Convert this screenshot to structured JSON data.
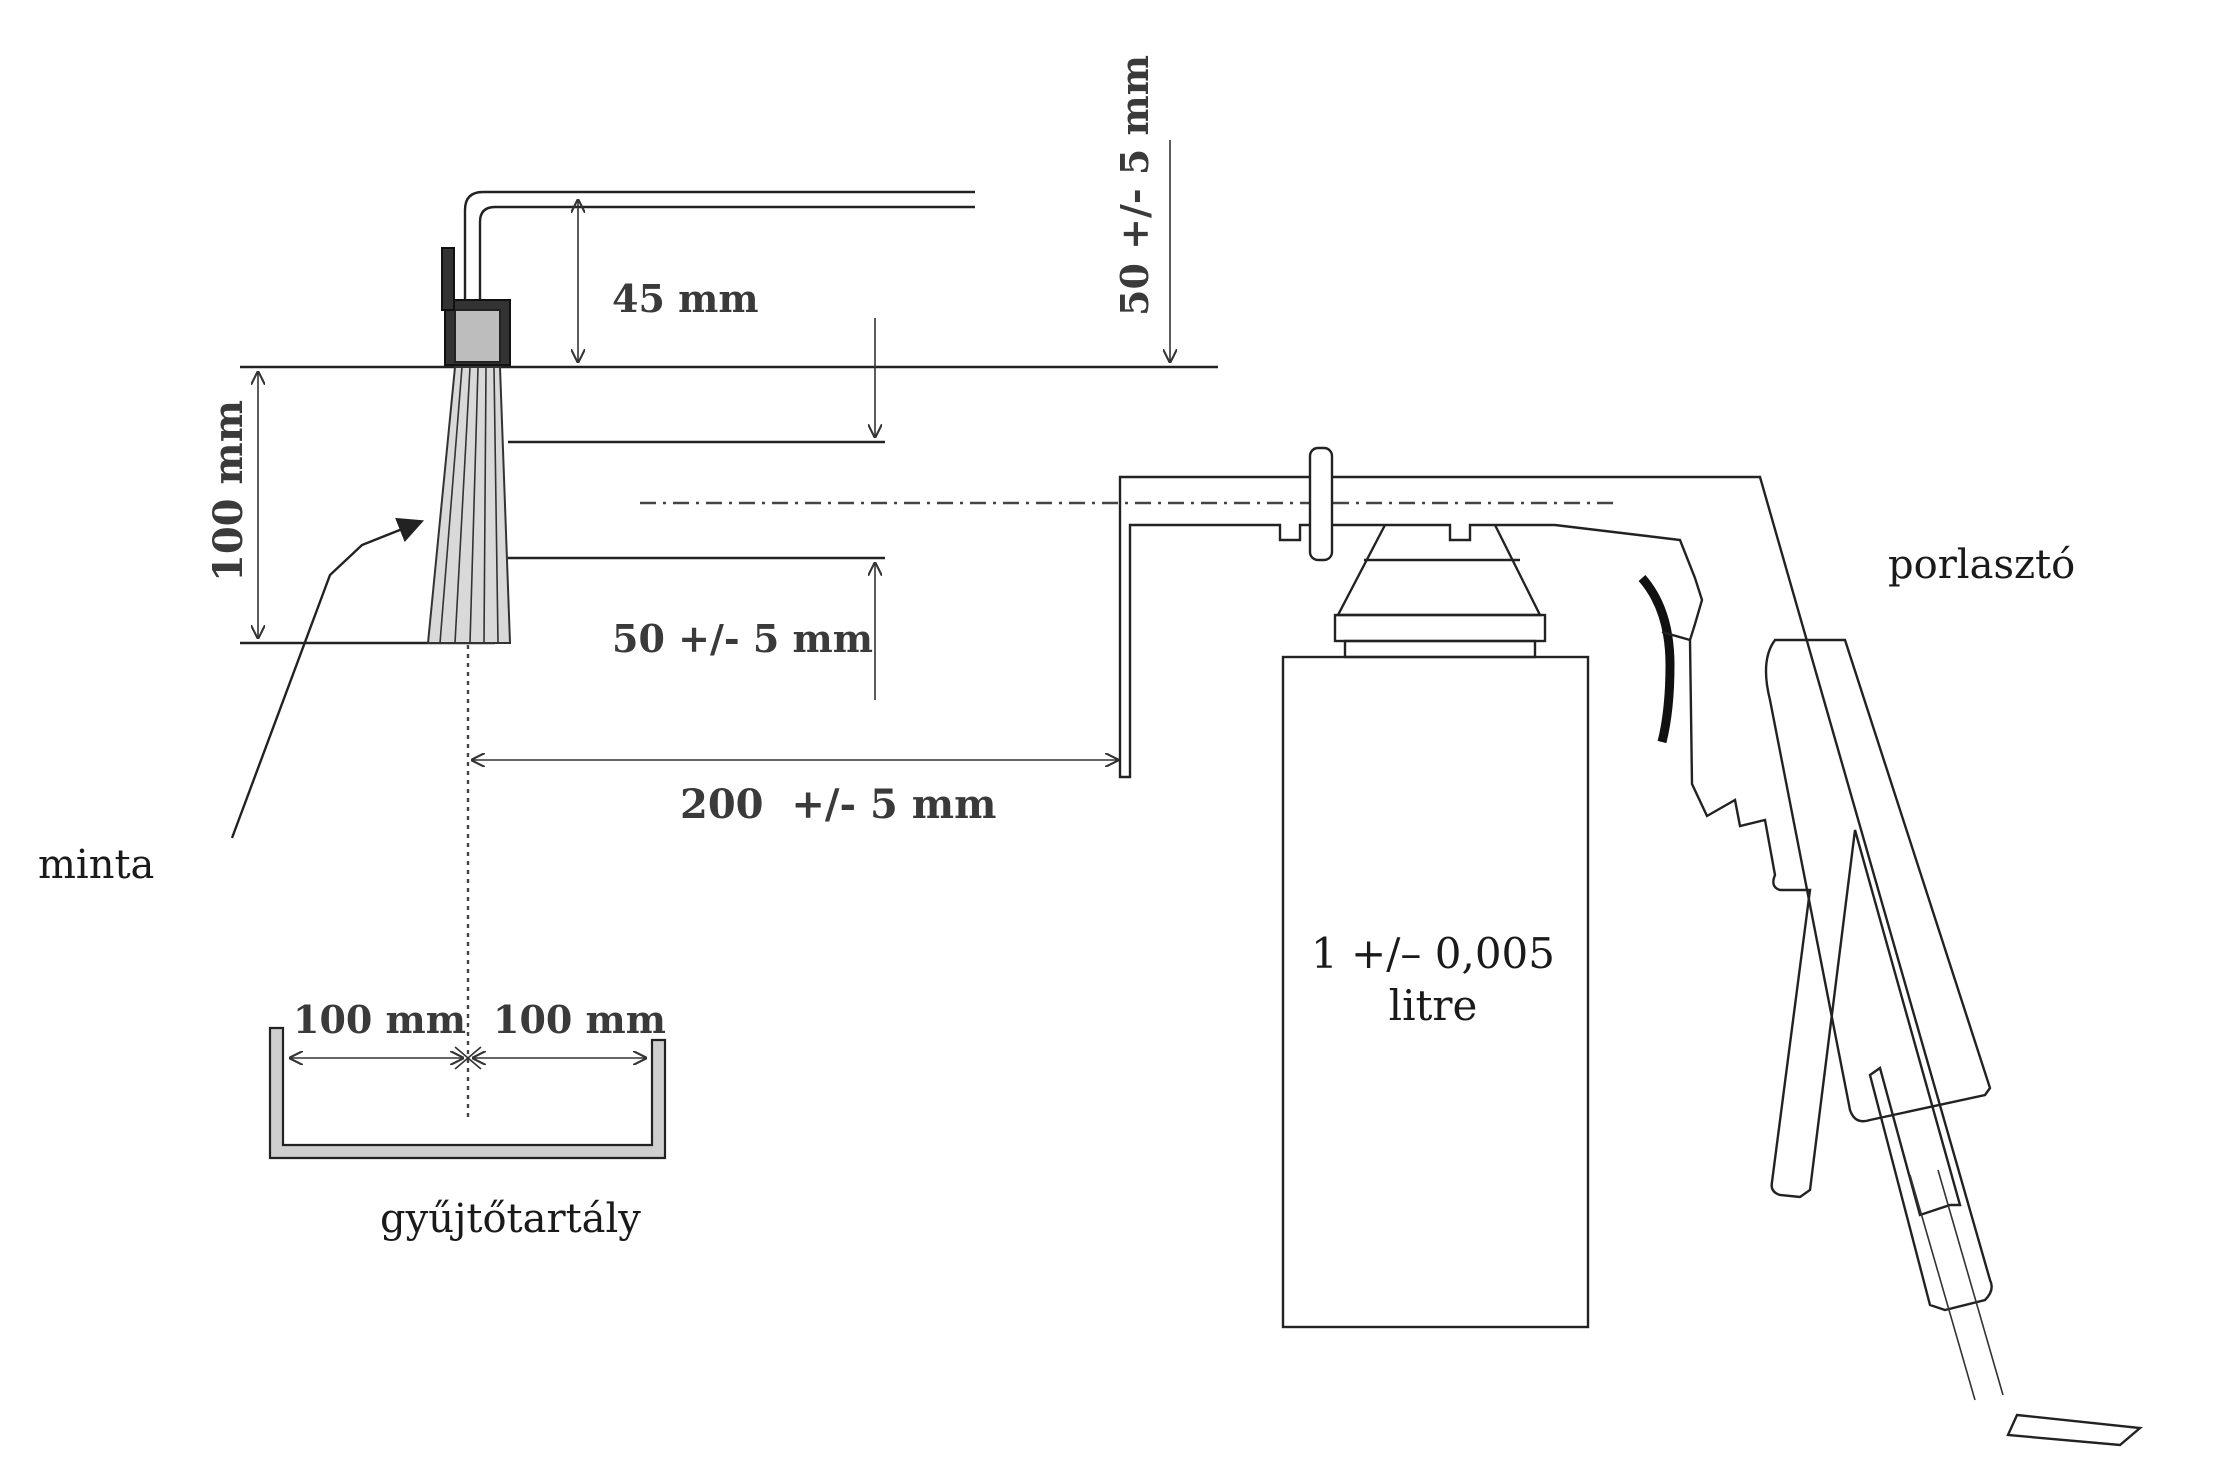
{
  "labels": {
    "sample": "minta",
    "atomizer": "porlasztó",
    "collector": "gyűjtőtartály",
    "volume_line1": "1 +/– 0,005",
    "volume_line2": "litre"
  },
  "dimensions": {
    "nozzle_height": "45 mm",
    "sample_height": "100 mm",
    "top_offset": "50 +/- 5 mm",
    "side_offset": "50 +/- 5 mm",
    "distance": "200  +/- 5 mm",
    "collector_left": "100 mm",
    "collector_right": "100 mm"
  },
  "colors": {
    "line": "#222222",
    "dimension_text": "#3a3a3a",
    "background": "#ffffff"
  }
}
